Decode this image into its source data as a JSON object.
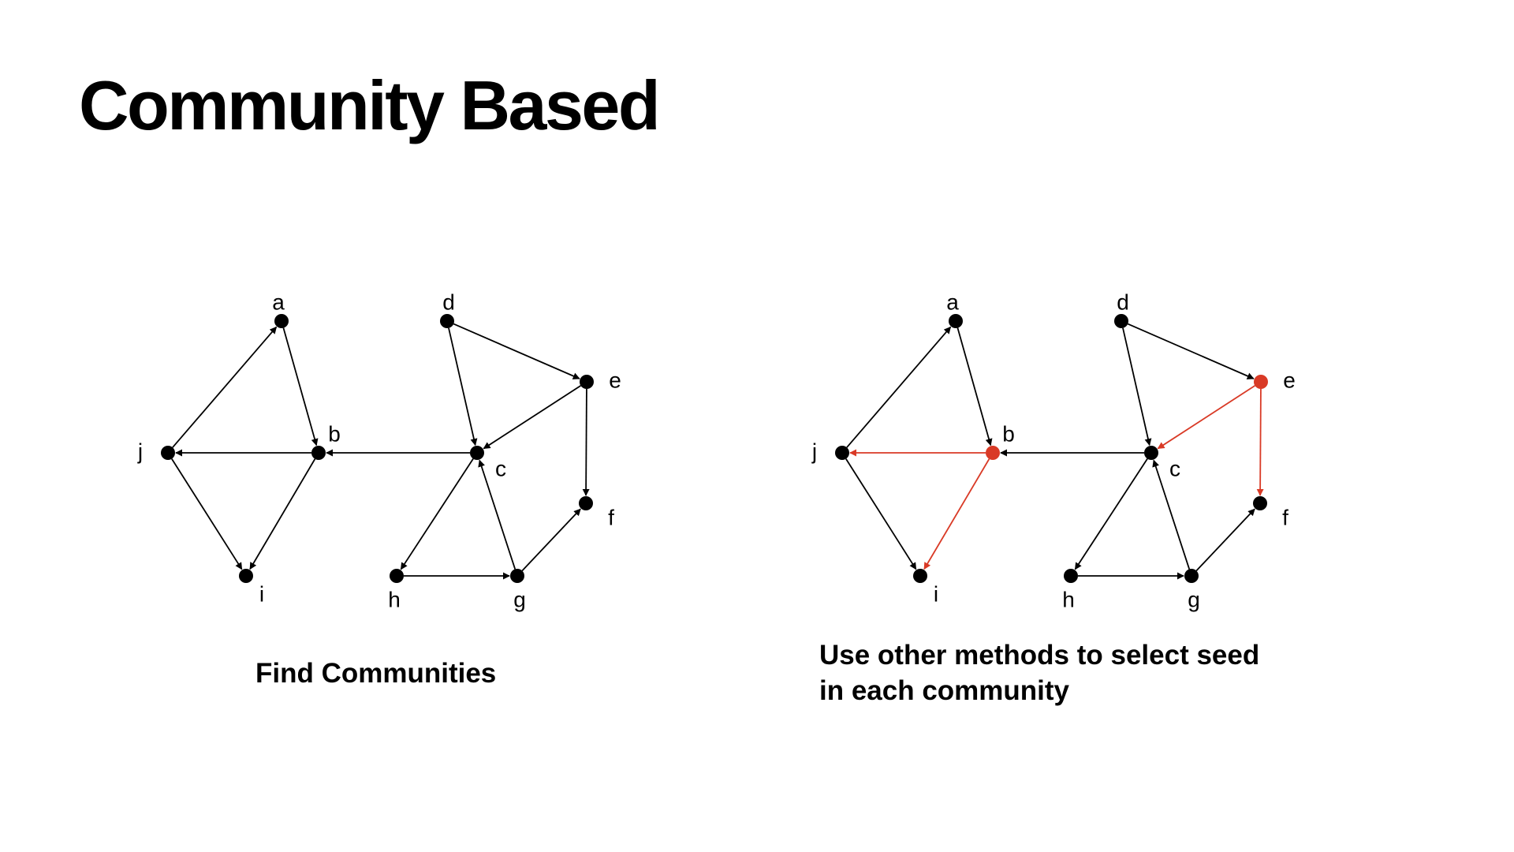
{
  "title": "Community Based",
  "colors": {
    "default": "#000000",
    "highlight": "#d93a26"
  },
  "panels": [
    {
      "id": "left",
      "caption_lines": [
        "Find Communities"
      ],
      "highlighted_nodes": [],
      "highlighted_edges": []
    },
    {
      "id": "right",
      "caption_lines": [
        "Use other methods to select seed",
        "in each community"
      ],
      "highlighted_nodes": [
        "b",
        "e"
      ],
      "highlighted_edges": [
        [
          "b",
          "j"
        ],
        [
          "b",
          "i"
        ],
        [
          "e",
          "c"
        ],
        [
          "e",
          "f"
        ]
      ]
    }
  ],
  "graph": {
    "nodes": [
      "a",
      "b",
      "c",
      "d",
      "e",
      "f",
      "g",
      "h",
      "i",
      "j"
    ],
    "edges": [
      [
        "j",
        "a"
      ],
      [
        "a",
        "b"
      ],
      [
        "b",
        "j"
      ],
      [
        "j",
        "i"
      ],
      [
        "b",
        "i"
      ],
      [
        "c",
        "b"
      ],
      [
        "d",
        "c"
      ],
      [
        "d",
        "e"
      ],
      [
        "e",
        "c"
      ],
      [
        "e",
        "f"
      ],
      [
        "c",
        "h"
      ],
      [
        "h",
        "g"
      ],
      [
        "g",
        "c"
      ],
      [
        "g",
        "f"
      ]
    ]
  }
}
